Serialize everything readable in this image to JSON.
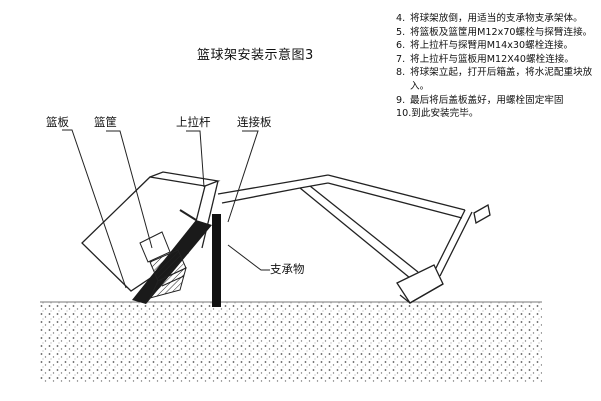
{
  "diagram": {
    "title": "篮球架安装示意图3",
    "labels": {
      "backboard": "篮板",
      "basket": "篮筐",
      "upper_rod": "上拉杆",
      "connecting_plate": "连接板",
      "support": "支承物"
    },
    "steps": [
      {
        "num": "4.",
        "text": "将球架放倒，用适当的支承物支承架体。"
      },
      {
        "num": "5.",
        "text": "将篮板及篮筐用M12x70螺栓与探臂连接。"
      },
      {
        "num": "6.",
        "text": "将上拉杆与探臂用M14x30螺栓连接。"
      },
      {
        "num": "7.",
        "text": "将上拉杆与篮板用M12X40螺栓连接。"
      },
      {
        "num": "8.",
        "text": "将球架立起，打开后箱盖，将水泥配重块放入。"
      },
      {
        "num": "9.",
        "text": "最后将后盖板盖好，用螺栓固定牢固"
      },
      {
        "num": "10.",
        "text": "到此安装完毕。"
      }
    ]
  }
}
